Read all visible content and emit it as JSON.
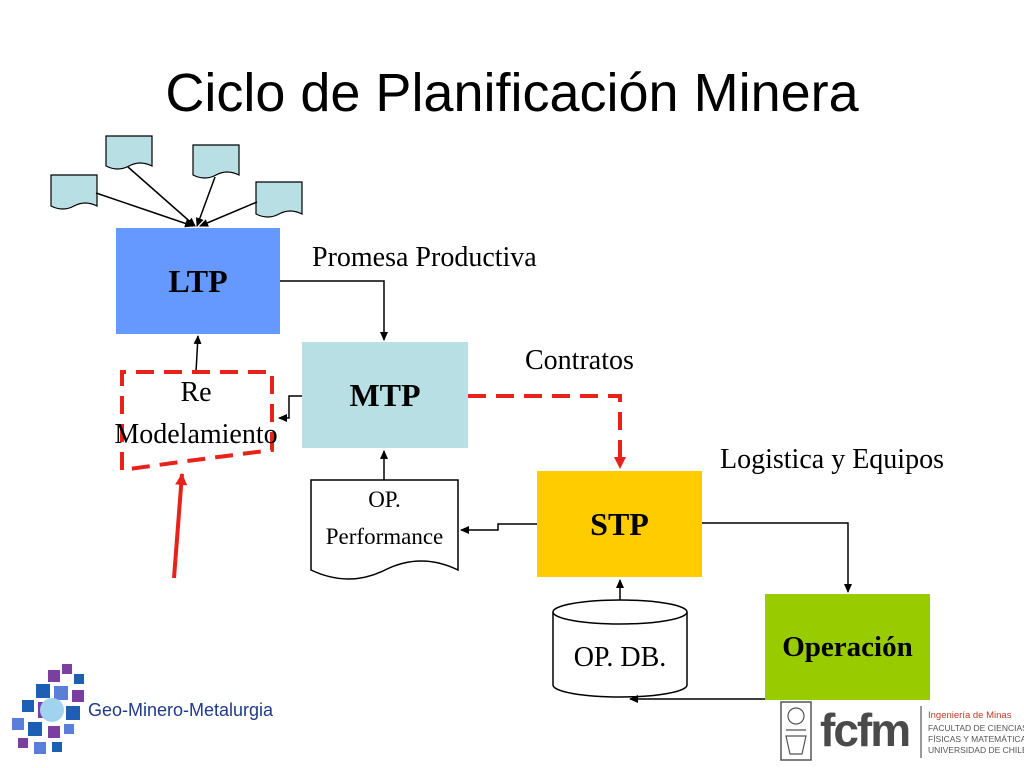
{
  "slide": {
    "title": "Ciclo de Planificación Minera"
  },
  "nodes": {
    "ltp": {
      "label": "LTP",
      "color": "#6699FF"
    },
    "mtp": {
      "label": "MTP",
      "color": "#B8E0E4"
    },
    "stp": {
      "label": "STP",
      "color": "#FFCC00"
    },
    "operacion": {
      "label": "Operación",
      "color": "#99CC00"
    },
    "op_performance": {
      "line1": "OP.",
      "line2": "Performance"
    },
    "op_db": {
      "label": "OP. DB."
    },
    "remodelamiento": {
      "line1": "Re",
      "line2": "Modelamiento"
    }
  },
  "edge_labels": {
    "promesa": "Promesa Productiva",
    "contratos": "Contratos",
    "logistica": "Logistica y Equipos"
  },
  "colors": {
    "dashed_red": "#E8221B",
    "arrow_black": "#000000",
    "doc_fill": "#B8E0E4"
  },
  "logos": {
    "geo": "Geo-Minero-Metalurgia",
    "fcfm_text": "fcfm",
    "fcfm_l1": "Ingeniería de Minas",
    "fcfm_l2": "FACULTAD DE CIENCIAS",
    "fcfm_l3": "FÍSICAS Y MATEMÁTICAS",
    "fcfm_l4": "UNIVERSIDAD DE CHILE"
  }
}
